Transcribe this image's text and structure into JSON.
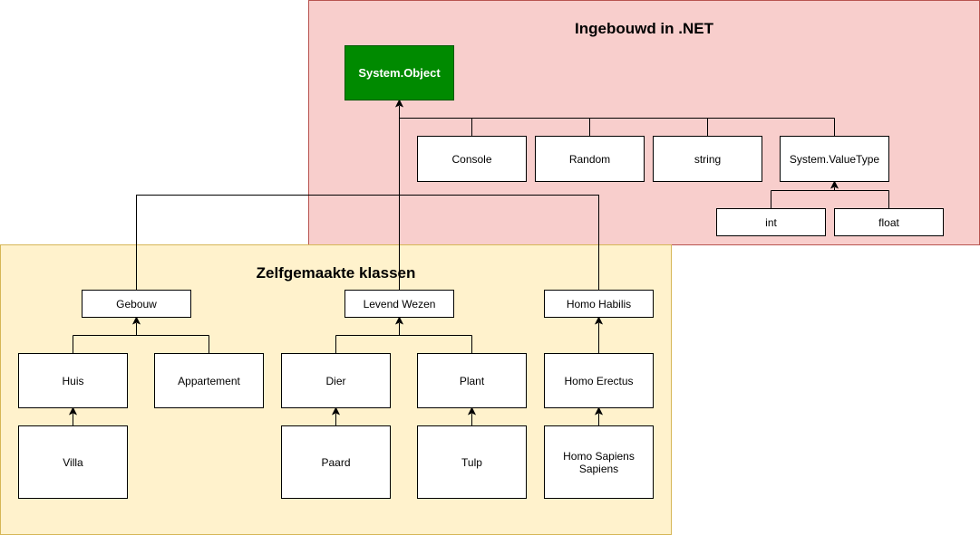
{
  "regions": {
    "builtin": {
      "title": "Ingebouwd in .NET"
    },
    "custom": {
      "title": "Zelfgemaakte klassen"
    }
  },
  "nodes": {
    "system_object": "System.Object",
    "console": "Console",
    "random": "Random",
    "string": "string",
    "system_valuetype": "System.ValueType",
    "int": "int",
    "float": "float",
    "gebouw": "Gebouw",
    "levend_wezen": "Levend Wezen",
    "homo_habilis": "Homo Habilis",
    "huis": "Huis",
    "appartement": "Appartement",
    "villa": "Villa",
    "dier": "Dier",
    "plant": "Plant",
    "paard": "Paard",
    "tulp": "Tulp",
    "homo_erectus": "Homo Erectus",
    "homo_sapiens_sapiens": "Homo Sapiens Sapiens"
  },
  "colors": {
    "builtin_fill": "#f8cecc",
    "builtin_border": "#b85450",
    "custom_fill": "#fff2cc",
    "custom_border": "#d6b656",
    "root_fill": "#008a00",
    "root_border": "#005700"
  }
}
